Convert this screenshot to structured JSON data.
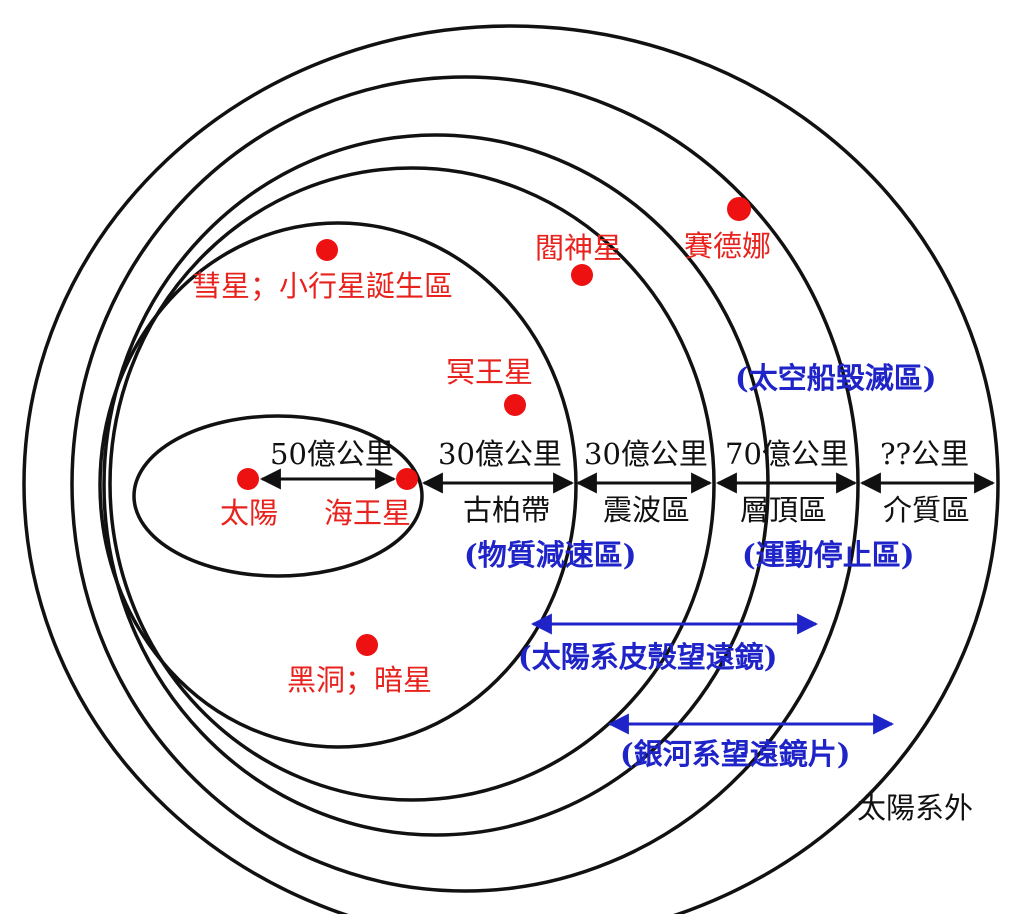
{
  "colors": {
    "red_text": "#e8231e",
    "dot": "#ee1111",
    "blue_text": "#1f24c8",
    "line": "#111111"
  },
  "red_labels": {
    "sun": "太陽",
    "neptune": "海王星",
    "comet_zone": "彗星；小行星誕生區",
    "pluto": "冥王星",
    "black_hole": "黑洞；暗星",
    "hades": "閻神星",
    "sedna": "賽德娜"
  },
  "distances": {
    "d1": "50億公里",
    "d2": "30億公里",
    "d3": "30億公里",
    "d4": "70億公里",
    "d5": "??公里"
  },
  "zones": {
    "z1": "古柏帶",
    "z2": "震波區",
    "z3": "層頂區",
    "z4": "介質區"
  },
  "blue_labels": {
    "deceleration": "(物質減速區)",
    "stop": "(運動停止區)",
    "destroy": "(太空船毀滅區)",
    "shell_telescope": "(太陽系皮殼望遠鏡)",
    "galaxy_telescope": "(銀河系望遠鏡片)"
  },
  "outside_label": "太陽系外"
}
